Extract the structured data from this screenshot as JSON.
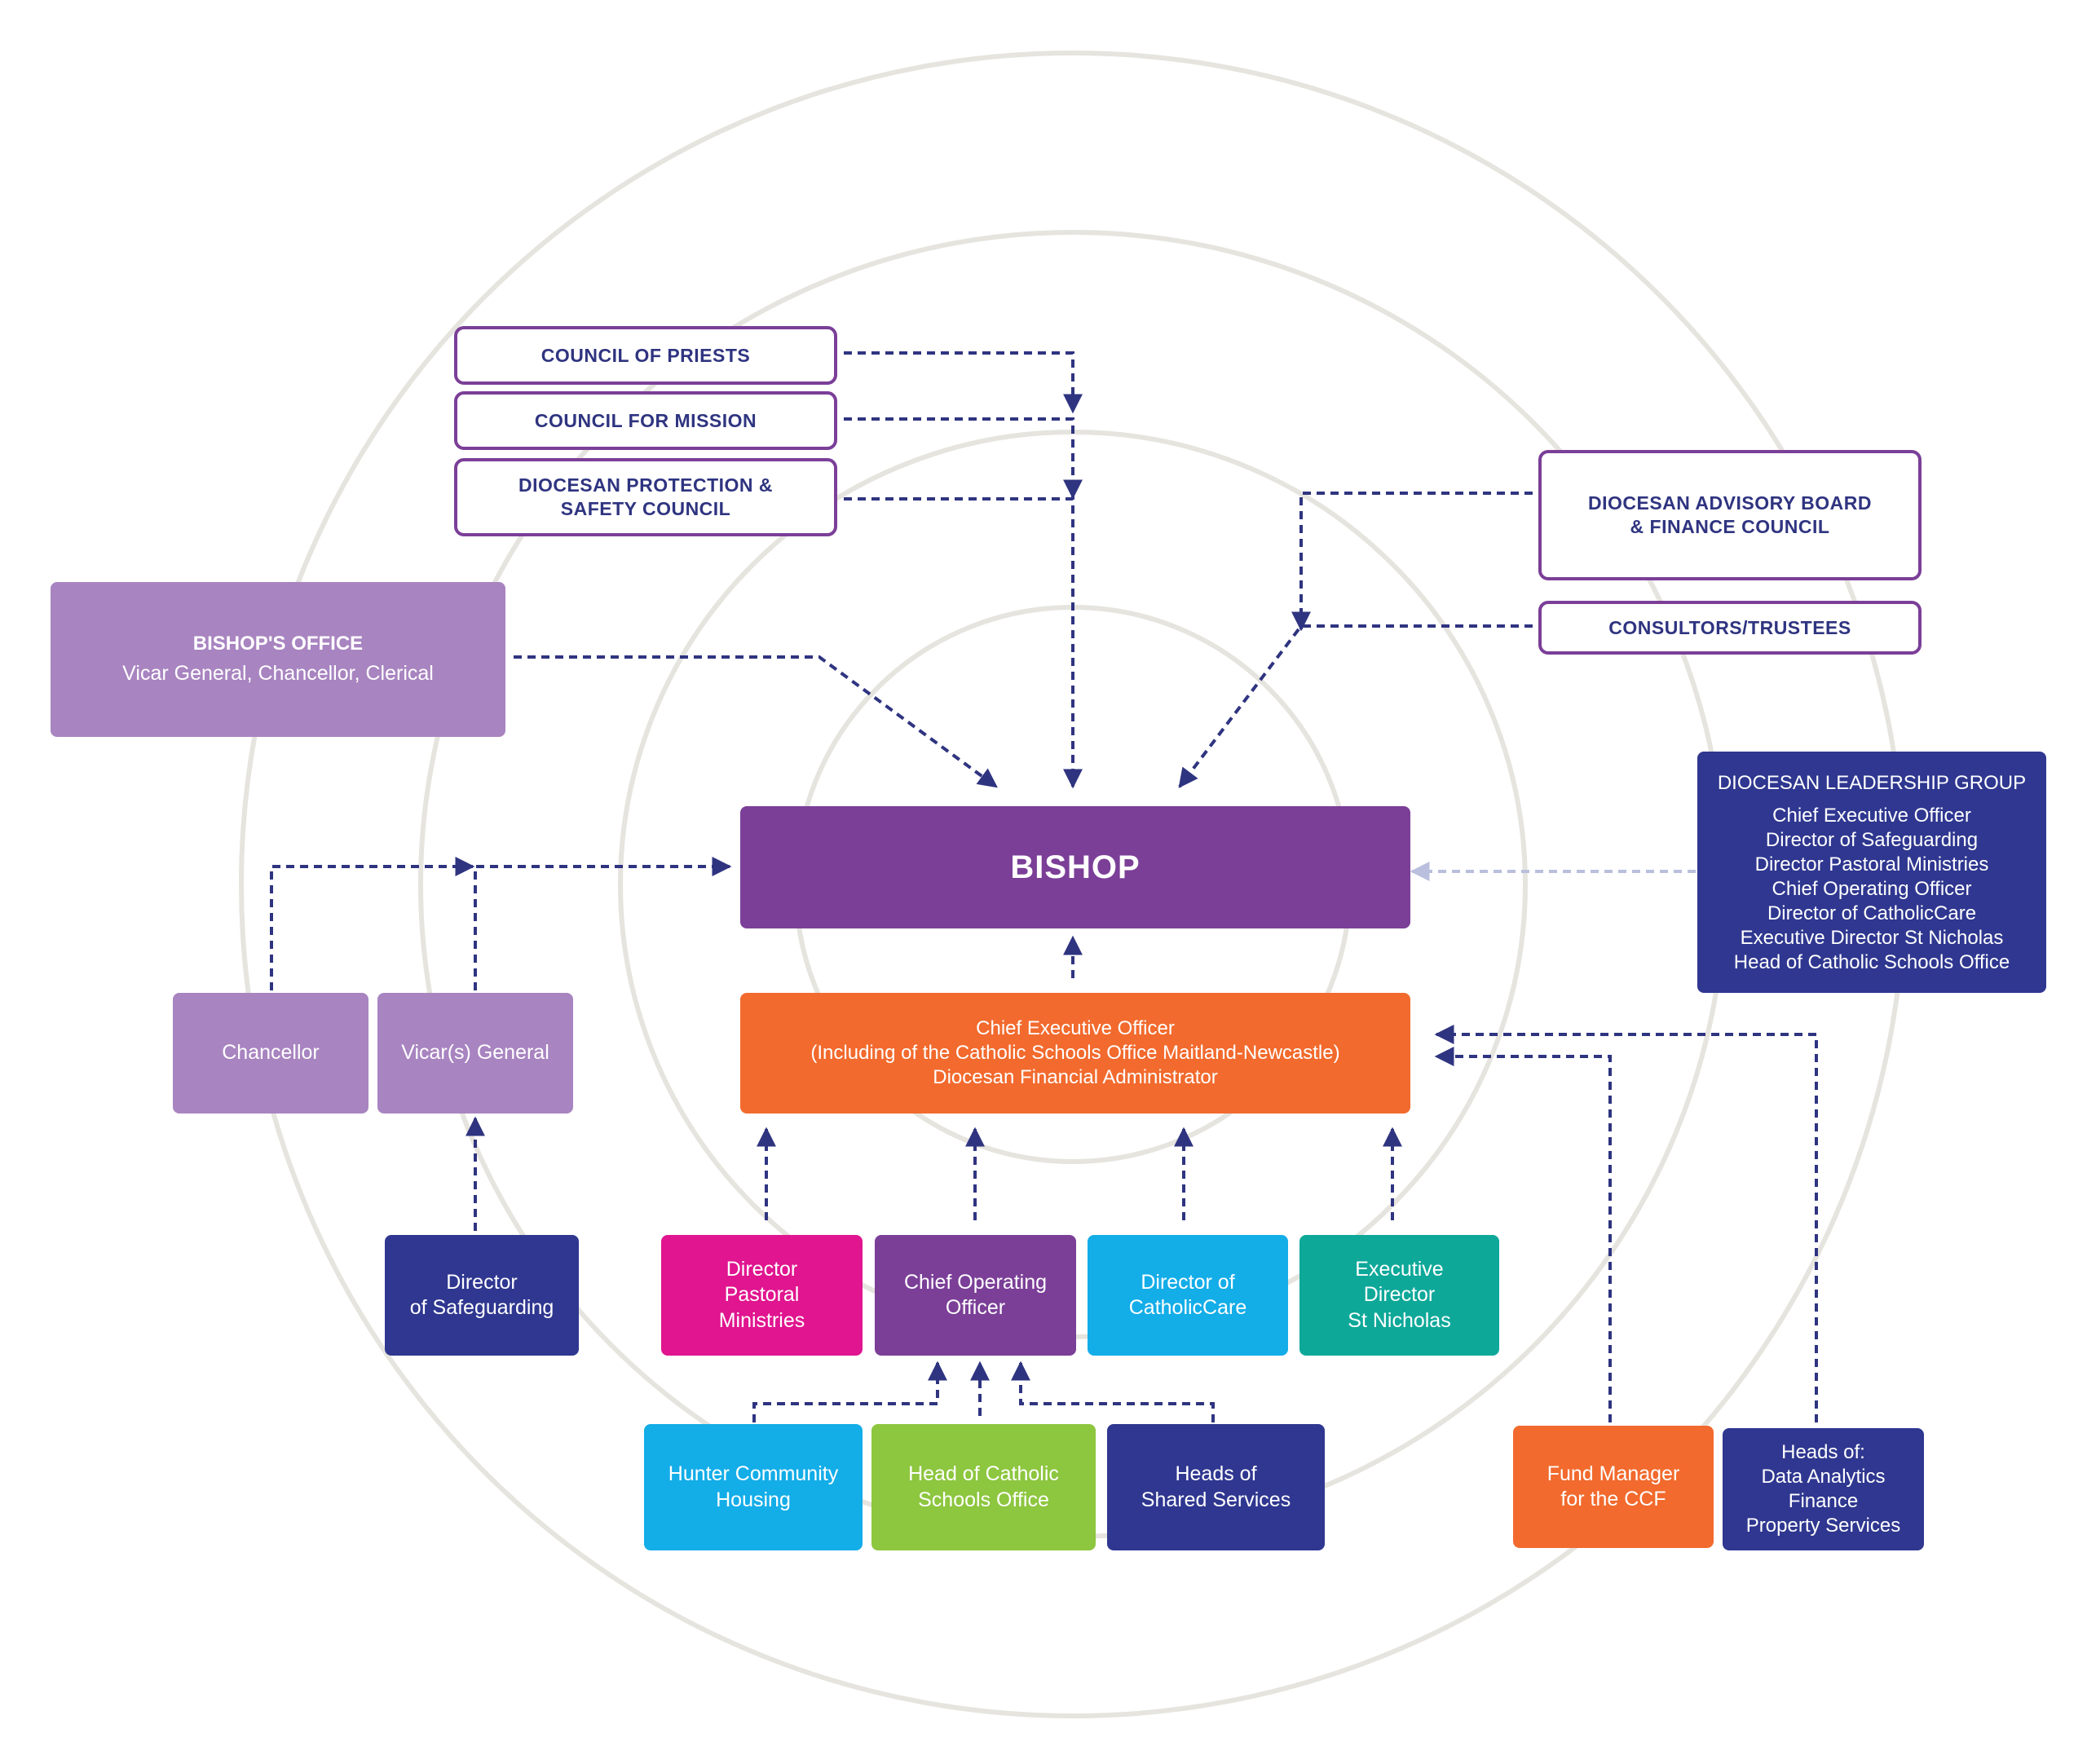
{
  "colors": {
    "outline_border": "#7b3f98",
    "outline_text": "#2f3480",
    "lavender": "#a884c0",
    "purple": "#7b3f98",
    "orange": "#f26a2d",
    "navy": "#2f3790",
    "magenta": "#e0158f",
    "cyan": "#13ade8",
    "teal": "#0ea899",
    "green": "#8dc63f",
    "connector": "#2f3480",
    "connector_faint": "#b9bfdc",
    "rings": "#e6e4de"
  },
  "councils": {
    "council_of_priests": "COUNCIL OF PRIESTS",
    "council_for_mission": "COUNCIL FOR MISSION",
    "protection_line1": "DIOCESAN PROTECTION &",
    "protection_line2": "SAFETY COUNCIL"
  },
  "advisory": {
    "board_line1": "DIOCESAN ADVISORY BOARD",
    "board_line2": "& FINANCE COUNCIL",
    "consultors": "CONSULTORS/TRUSTEES"
  },
  "bishops_office": {
    "title": "BISHOP'S OFFICE",
    "subtitle": "Vicar General, Chancellor, Clerical"
  },
  "bishop": {
    "title": "BISHOP"
  },
  "leadership_group": {
    "title": "DIOCESAN LEADERSHIP GROUP",
    "members": [
      "Chief Executive Officer",
      "Director of Safeguarding",
      "Director Pastoral Ministries",
      "Chief Operating Officer",
      "Director of CatholicCare",
      "Executive Director St Nicholas",
      "Head of Catholic Schools Office"
    ]
  },
  "ceo": {
    "line1": "Chief Executive Officer",
    "line2": "(Including of the Catholic Schools Office Maitland-Newcastle)",
    "line3": "Diocesan Financial Administrator"
  },
  "chancellor": {
    "label": "Chancellor"
  },
  "vicar_general": {
    "label": "Vicar(s) General"
  },
  "director_safeguarding": {
    "line1": "Director",
    "line2": "of Safeguarding"
  },
  "director_pastoral": {
    "line1": "Director",
    "line2": "Pastoral",
    "line3": "Ministries"
  },
  "coo": {
    "line1": "Chief Operating",
    "line2": "Officer"
  },
  "director_catholiccare": {
    "line1": "Director of",
    "line2": "CatholicCare"
  },
  "exec_st_nicholas": {
    "line1": "Executive",
    "line2": "Director",
    "line3": "St Nicholas"
  },
  "hunter_housing": {
    "line1": "Hunter Community",
    "line2": "Housing"
  },
  "head_cso": {
    "line1": "Head of Catholic",
    "line2": "Schools Office"
  },
  "heads_shared": {
    "line1": "Heads of",
    "line2": "Shared Services"
  },
  "fund_manager": {
    "line1": "Fund Manager",
    "line2": "for the CCF"
  },
  "heads_of": {
    "line1": "Heads of:",
    "line2": "Data Analytics",
    "line3": "Finance",
    "line4": "Property Services"
  }
}
